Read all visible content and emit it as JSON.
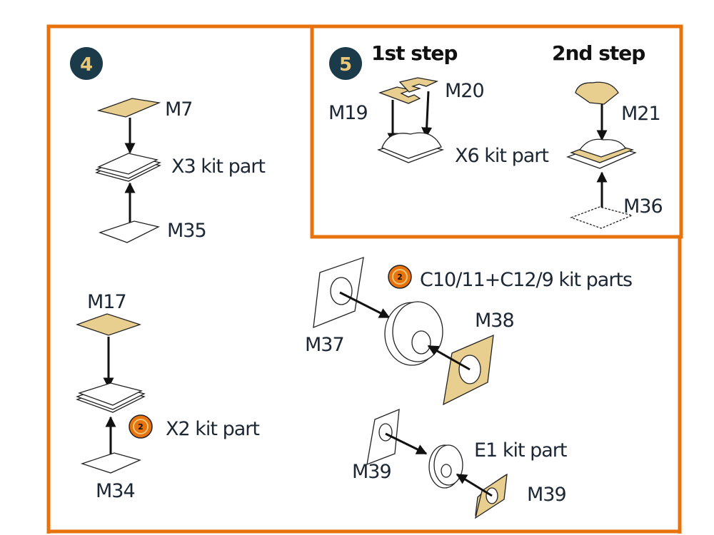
{
  "colors": {
    "frame": "#e8720c",
    "decal": "#e8cf8f",
    "badge": "#1b3a4a"
  },
  "step4": {
    "number": "4",
    "labels": {
      "m7": "M7",
      "x3": "X3 kit part",
      "m35": "M35",
      "m17": "M17",
      "x2": "X2 kit part",
      "m34": "M34"
    },
    "x2_icon_number": "2"
  },
  "step5": {
    "number": "5",
    "first_step": "1st step",
    "second_step": "2nd step",
    "labels": {
      "m19": "M19",
      "m20": "M20",
      "x6": "X6 kit part",
      "m21": "M21",
      "m36": "M36"
    }
  },
  "wheels": {
    "icon_number": "2",
    "labels": {
      "c10": "C10/11+C12/9 kit parts",
      "m37": "M37",
      "m38": "M38",
      "e1": "E1 kit part",
      "m39a": "M39",
      "m39b": "M39"
    }
  }
}
